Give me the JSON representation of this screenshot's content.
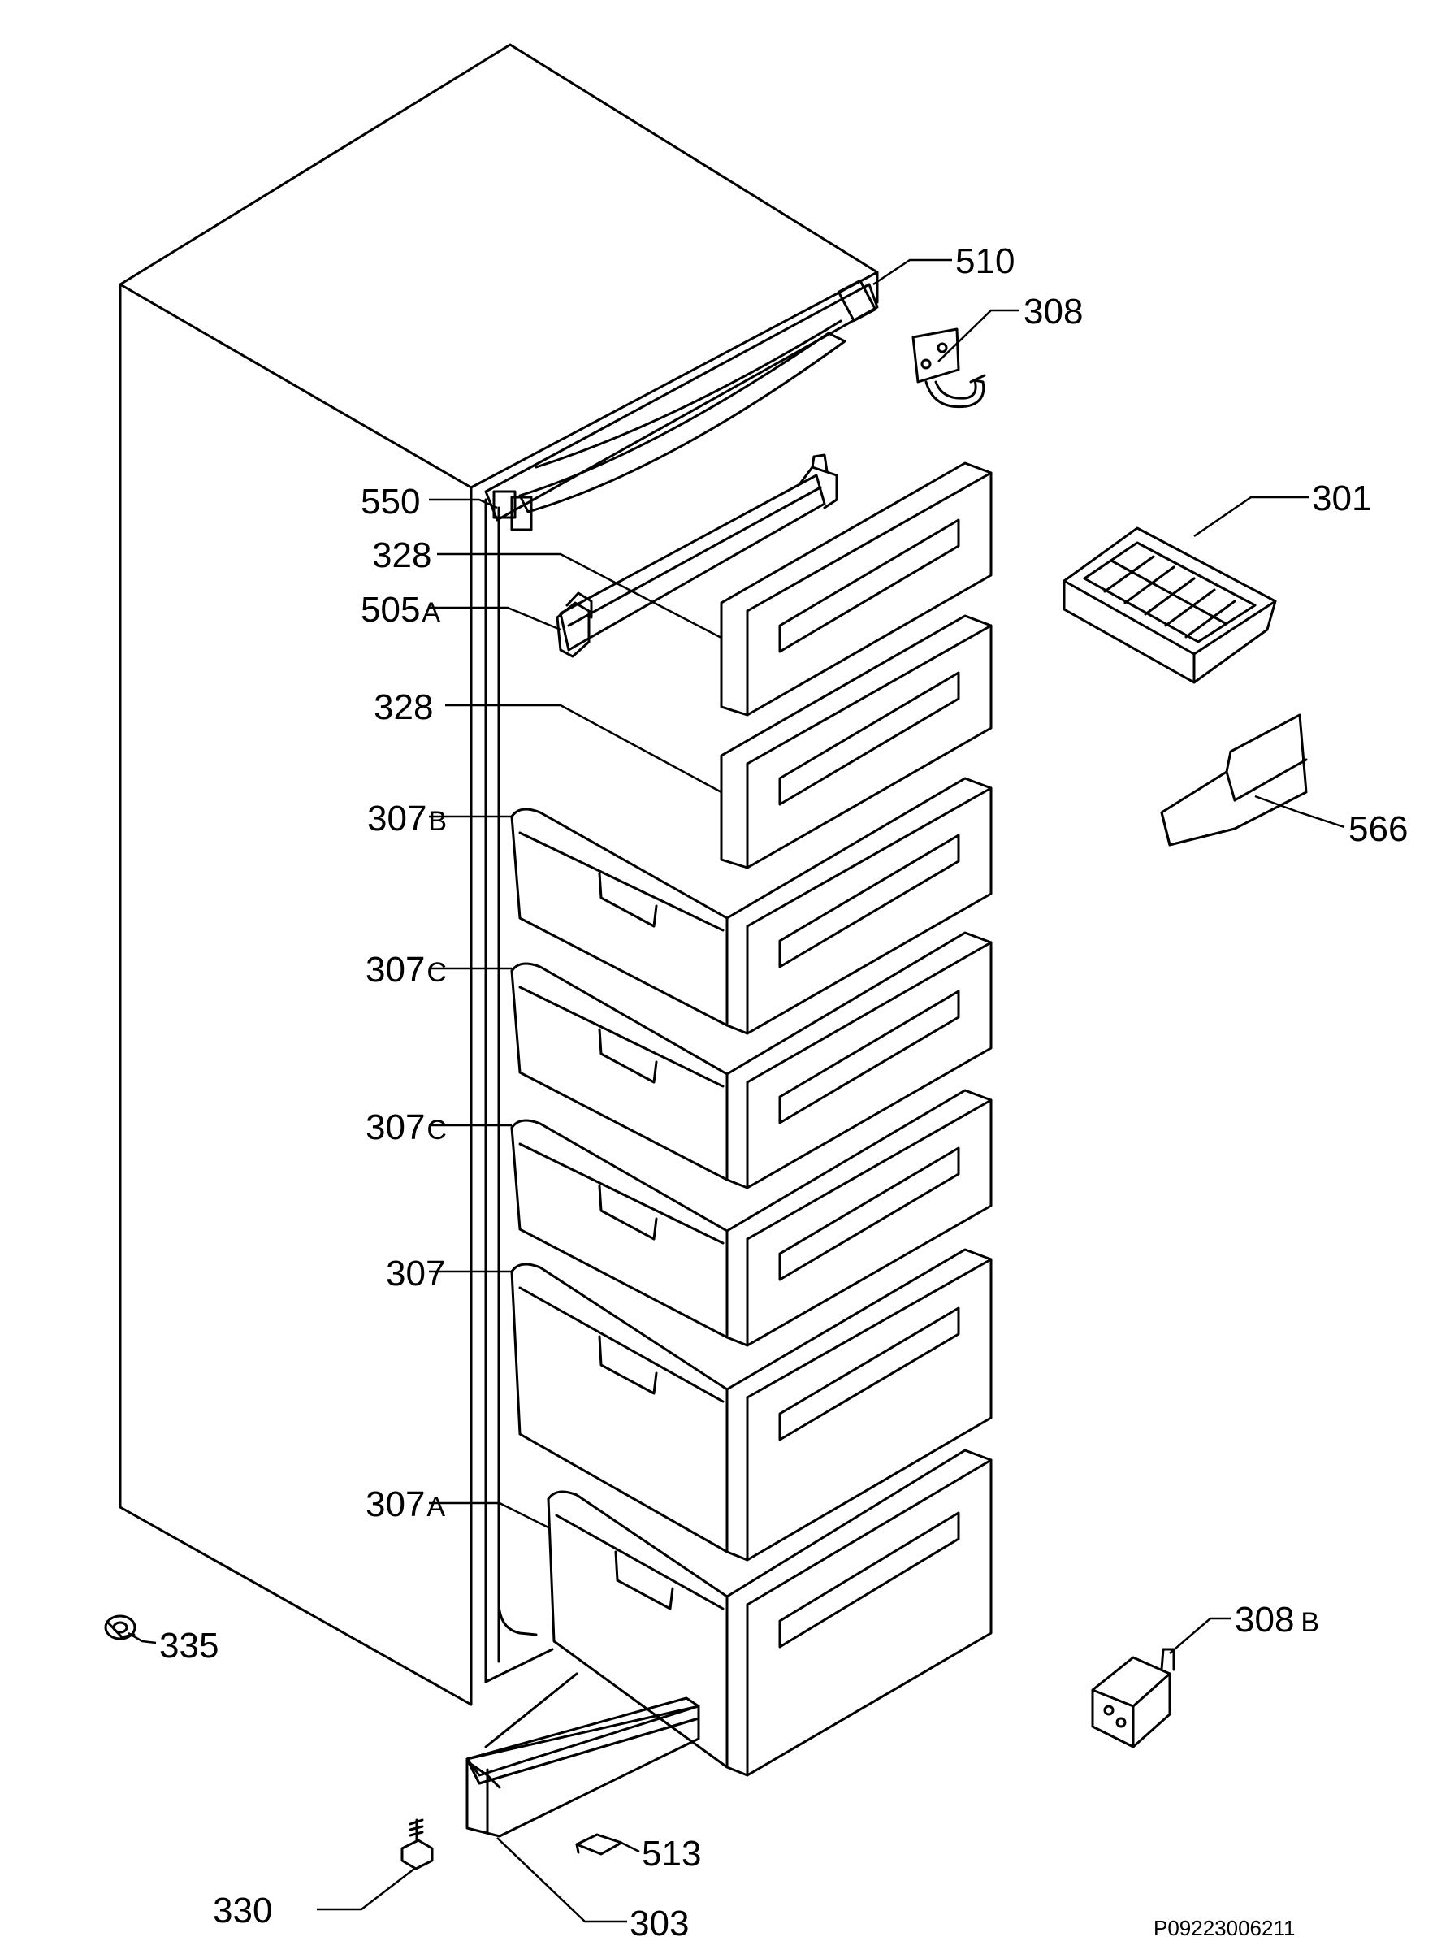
{
  "callouts": [
    {
      "id": "c510",
      "text": "510",
      "suffix": ""
    },
    {
      "id": "c308",
      "text": "308",
      "suffix": ""
    },
    {
      "id": "c301",
      "text": "301",
      "suffix": ""
    },
    {
      "id": "c550",
      "text": "550",
      "suffix": ""
    },
    {
      "id": "c328a",
      "text": "328",
      "suffix": ""
    },
    {
      "id": "c505",
      "text": "505",
      "suffix": "A"
    },
    {
      "id": "c328b",
      "text": "328",
      "suffix": ""
    },
    {
      "id": "c566",
      "text": "566",
      "suffix": ""
    },
    {
      "id": "c307b",
      "text": "307",
      "suffix": "B"
    },
    {
      "id": "c307c1",
      "text": "307",
      "suffix": "C"
    },
    {
      "id": "c307c2",
      "text": "307",
      "suffix": "C"
    },
    {
      "id": "c307",
      "text": "307",
      "suffix": ""
    },
    {
      "id": "c307a",
      "text": "307",
      "suffix": "A"
    },
    {
      "id": "c335",
      "text": "335",
      "suffix": ""
    },
    {
      "id": "c308b",
      "text": "308",
      "suffix": "B"
    },
    {
      "id": "c513",
      "text": "513",
      "suffix": ""
    },
    {
      "id": "c330",
      "text": "330",
      "suffix": ""
    },
    {
      "id": "c303",
      "text": "303",
      "suffix": ""
    }
  ],
  "drawing_code": "P09223006211"
}
